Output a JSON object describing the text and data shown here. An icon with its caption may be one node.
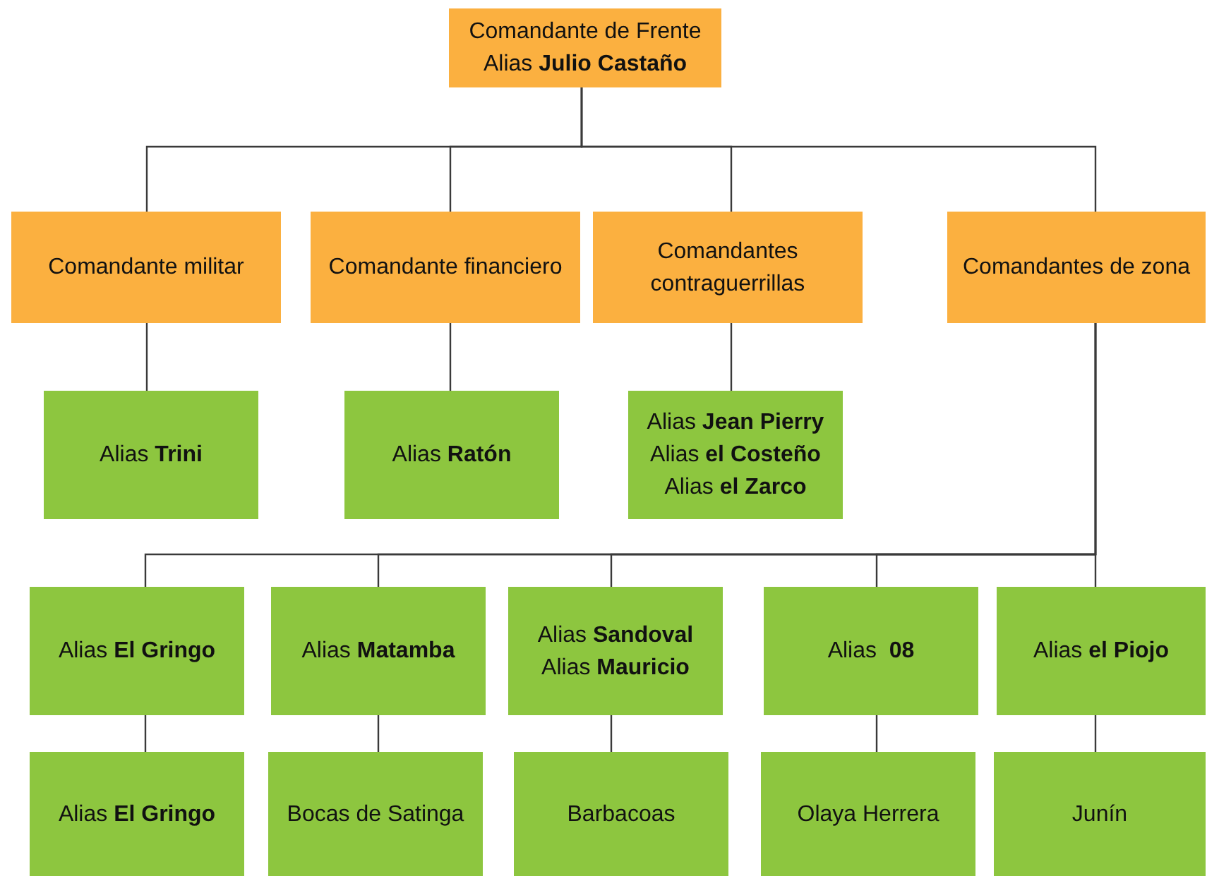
{
  "diagram": {
    "nodes": [
      {
        "text": [
          "Comandante de Frente",
          "Alias **Julio Castaño**"
        ]
      },
      {
        "text": [
          "Comandante militar"
        ]
      },
      {
        "text": [
          "Comandante financiero"
        ]
      },
      {
        "text": [
          "Comandantes contraguerrillas"
        ]
      },
      {
        "text": [
          "Comandantes de zona"
        ]
      },
      {
        "text": [
          "Alias **Trini**"
        ]
      },
      {
        "text": [
          "Alias **Ratón**"
        ]
      },
      {
        "text": [
          "Alias **Jean Pierry**",
          "Alias **el Costeño**",
          "Alias **el Zarco**"
        ]
      },
      {
        "text": [
          "Alias **El Gringo**"
        ]
      },
      {
        "text": [
          "Alias **Matamba**"
        ]
      },
      {
        "text": [
          "Alias **Sandoval**",
          "Alias **Mauricio**"
        ]
      },
      {
        "text": [
          "Alias  **08**"
        ]
      },
      {
        "text": [
          "Alias **el Piojo**"
        ]
      },
      {
        "text": [
          "Alias **El Gringo**"
        ]
      },
      {
        "text": [
          "Bocas de Satinga"
        ]
      },
      {
        "text": [
          "Barbacoas"
        ]
      },
      {
        "text": [
          "Olaya Herrera"
        ]
      },
      {
        "text": [
          "Junín"
        ]
      }
    ],
    "edges": [
      {
        "from": 0,
        "to": 1,
        "arrow": "none"
      },
      {
        "from": 0,
        "to": 2,
        "arrow": "none"
      },
      {
        "from": 0,
        "to": 3,
        "arrow": "none"
      },
      {
        "from": 0,
        "to": 4,
        "arrow": "none"
      },
      {
        "from": 1,
        "to": 5,
        "arrow": "none"
      },
      {
        "from": 2,
        "to": 6,
        "arrow": "none"
      },
      {
        "from": 3,
        "to": 7,
        "arrow": "none"
      },
      {
        "from": 4,
        "to": 8,
        "arrow": "none"
      },
      {
        "from": 4,
        "to": 9,
        "arrow": "none"
      },
      {
        "from": 4,
        "to": 10,
        "arrow": "none"
      },
      {
        "from": 4,
        "to": 11,
        "arrow": "none"
      },
      {
        "from": 4,
        "to": 12,
        "arrow": "none"
      },
      {
        "from": 8,
        "to": 13,
        "arrow": "none"
      },
      {
        "from": 9,
        "to": 14,
        "arrow": "none"
      },
      {
        "from": 10,
        "to": 15,
        "arrow": "none"
      },
      {
        "from": 11,
        "to": 16,
        "arrow": "none"
      },
      {
        "from": 12,
        "to": 17,
        "arrow": "none"
      }
    ]
  }
}
